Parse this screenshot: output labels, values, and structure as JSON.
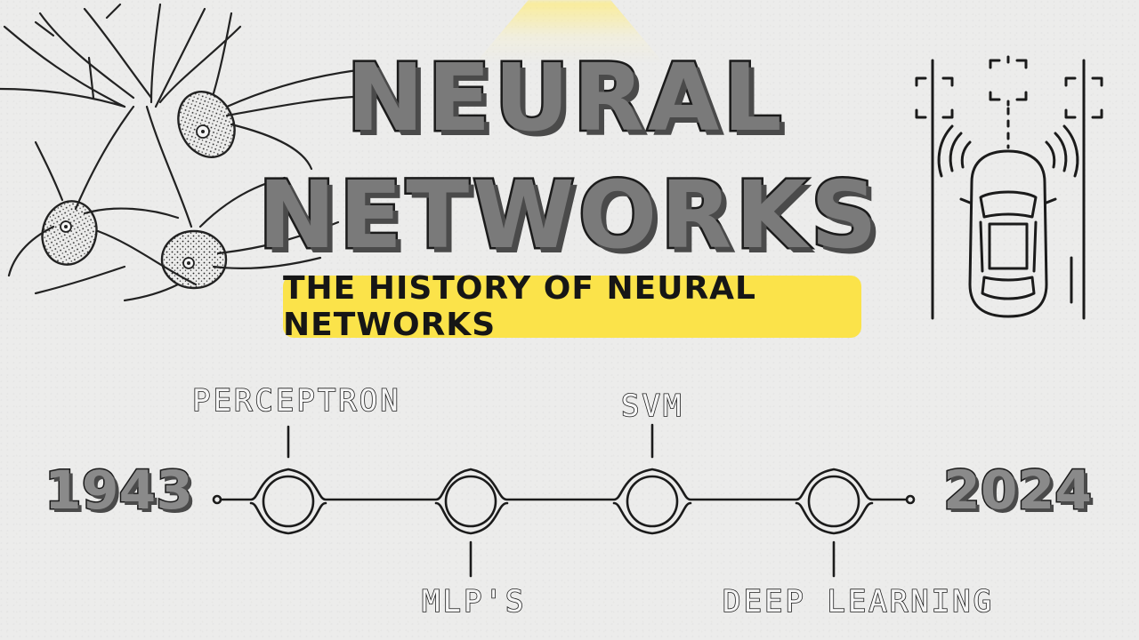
{
  "title": {
    "line1": "NEURAL",
    "line2": "NETWORKS"
  },
  "subtitle": "THE HISTORY OF NEURAL NETWORKS",
  "timeline": {
    "start_year": "1943",
    "end_year": "2024",
    "milestones": [
      {
        "label": "PERCEPTRON",
        "position": "above"
      },
      {
        "label": "MLP'S",
        "position": "below"
      },
      {
        "label": "SVM",
        "position": "above"
      },
      {
        "label": "DEEP LEARNING",
        "position": "below"
      }
    ]
  },
  "illustrations": {
    "left": "neuron-sketch-icon",
    "right": "self-driving-car-icon"
  },
  "colors": {
    "banner": "#fbe34a",
    "ink": "#1b1b1b",
    "title_fill": "#7a7a7a",
    "background": "#ececeb"
  }
}
